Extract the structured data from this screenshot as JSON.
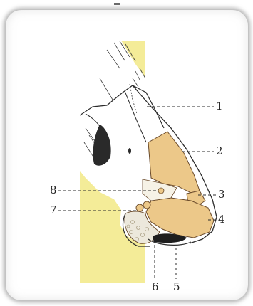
{
  "figure": {
    "callouts": [
      {
        "id": "1",
        "label": "1"
      },
      {
        "id": "2",
        "label": "2"
      },
      {
        "id": "3",
        "label": "3"
      },
      {
        "id": "4",
        "label": "4"
      },
      {
        "id": "5",
        "label": "5"
      },
      {
        "id": "6",
        "label": "6"
      },
      {
        "id": "7",
        "label": "7"
      },
      {
        "id": "8",
        "label": "8"
      }
    ],
    "colors": {
      "background_panel": "#f4ec98",
      "cartilage": "#ecc889",
      "cartilage_outline": "#6a4a2a",
      "fat_tissue": "#ece8dc",
      "ink": "#2b2b2b"
    }
  }
}
